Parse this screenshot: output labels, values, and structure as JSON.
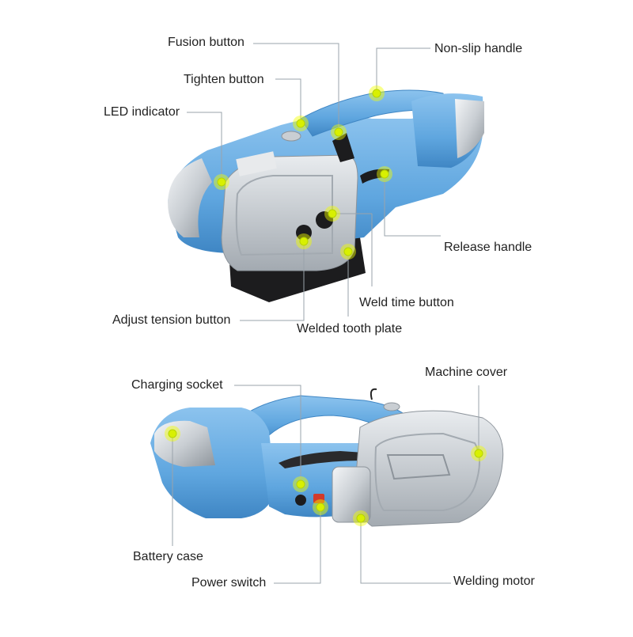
{
  "colors": {
    "body_blue": "#6aaee3",
    "body_blue_dark": "#3f86c4",
    "silver": "#d4d8dc",
    "silver_dark": "#8d949b",
    "black": "#1c1c1e",
    "marker": "#e6ff00",
    "leader_line": "#9aa3ab",
    "label_text": "#222222"
  },
  "top_view": {
    "labels": {
      "fusion_button": "Fusion button",
      "tighten_button": "Tighten button",
      "led_indicator": "LED indicator",
      "non_slip_handle": "Non-slip handle",
      "release_handle": "Release handle",
      "weld_time_button": "Weld time button",
      "adjust_tension_button": "Adjust tension button",
      "welded_tooth_plate": "Welded tooth plate"
    }
  },
  "bottom_view": {
    "labels": {
      "charging_socket": "Charging socket",
      "machine_cover": "Machine cover",
      "battery_case": "Battery case",
      "power_switch": "Power switch",
      "welding_motor": "Welding motor"
    }
  }
}
